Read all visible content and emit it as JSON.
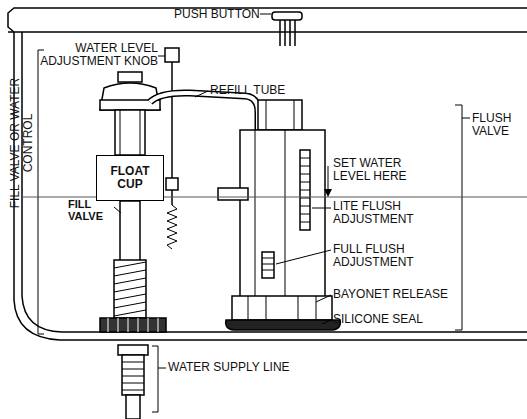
{
  "diagram": {
    "nodes": [
      {
        "text": [
          "FLOAT CUP"
        ]
      }
    ],
    "labels": [
      "PUSH BUTTON",
      "WATER LEVEL ADJUSTMENT KNOB",
      "REFILL TUBE",
      "FILL VALVE OR WATER CONTROL",
      "FLUSH VALVE",
      "SET WATER LEVEL HERE",
      "LITE FLUSH ADJUSTMENT",
      "FILL VALVE",
      "FULL FLUSH ADJUSTMENT",
      "BAYONET RELEASE",
      "SILICONE SEAL",
      "WATER SUPPLY LINE"
    ]
  }
}
